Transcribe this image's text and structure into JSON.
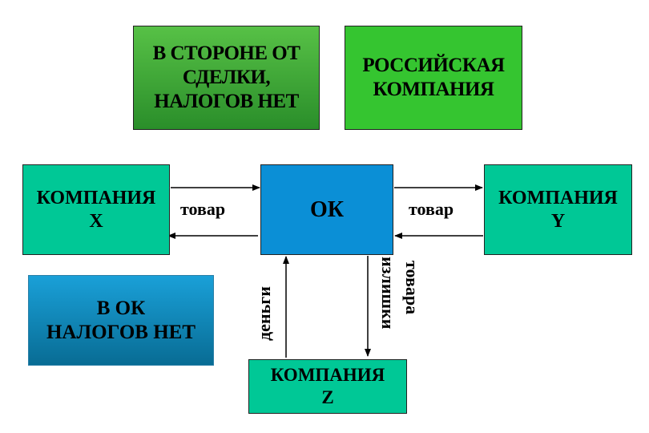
{
  "top_left_box": {
    "lines": [
      "В СТОРОНЕ ОТ",
      "СДЕЛКИ,",
      "НАЛОГОВ НЕТ"
    ],
    "color": "#3fa93a"
  },
  "top_right_box": {
    "lines": [
      "РОССИЙСКАЯ",
      "КОМПАНИЯ"
    ],
    "color": "#35c530"
  },
  "company_x": {
    "lines": [
      "КОМПАНИЯ",
      "X"
    ],
    "color": "#00c896"
  },
  "ok_box": {
    "label": "ОК",
    "color": "#0b8fd6"
  },
  "company_y": {
    "lines": [
      "КОМПАНИЯ",
      "Y"
    ],
    "color": "#00c896"
  },
  "ok_note_box": {
    "lines": [
      "В  ОК",
      "НАЛОГОВ  НЕТ"
    ],
    "color": "#1590c4"
  },
  "company_z": {
    "lines": [
      "КОМПАНИЯ",
      "Z"
    ],
    "color": "#00c896"
  },
  "edges": {
    "goods_left": "товар",
    "goods_right": "товар",
    "money": "деньги",
    "surplus_line1": "излишки",
    "surplus_line2": "товара"
  }
}
